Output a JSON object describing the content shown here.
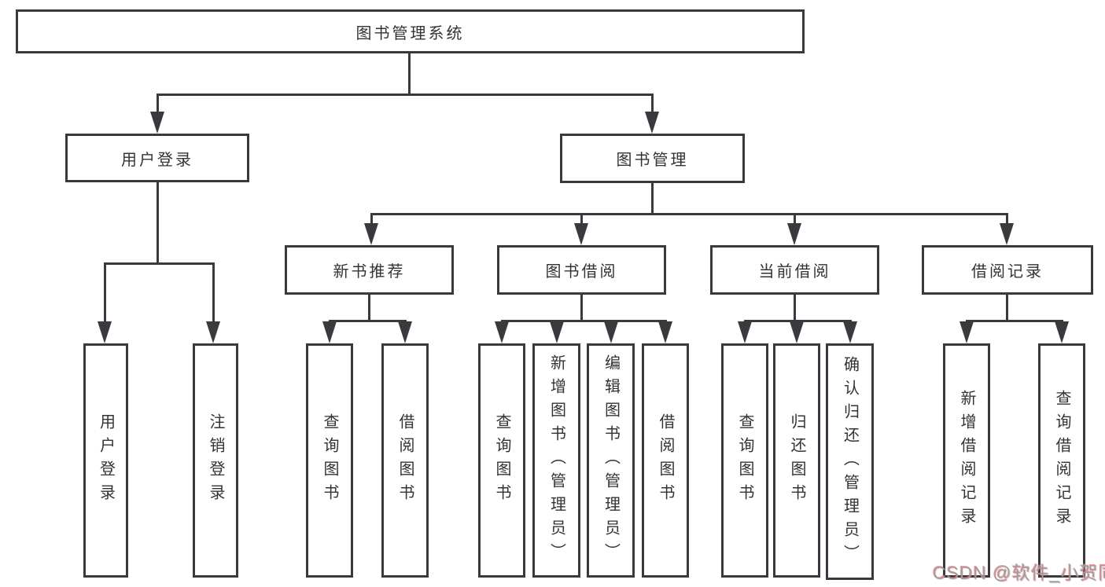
{
  "diagram": {
    "root_label": "图书管理系统",
    "branches": {
      "user_login": {
        "label": "用户登录",
        "children": [
          "用户登录",
          "注销登录"
        ]
      },
      "book_management": {
        "label": "图书管理",
        "sections": {
          "new_book": {
            "label": "新书推荐",
            "children": [
              "查询图书",
              "借阅图书"
            ]
          },
          "book_borrow": {
            "label": "图书借阅",
            "children": [
              "查询图书",
              "新增图书（管理员）",
              "编辑图书（管理员）",
              "借阅图书"
            ]
          },
          "current_borrow": {
            "label": "当前借阅",
            "children": [
              "查询图书",
              "归还图书",
              "确认归还（管理员）"
            ]
          },
          "borrow_records": {
            "label": "借阅记录",
            "children": [
              "新增借阅记录",
              "查询借阅记录"
            ]
          }
        }
      }
    }
  },
  "watermark": {
    "text": "CSDN @软件_小贺同学",
    "color": "#9d9da1",
    "shadow_color": "#df555a"
  },
  "colors": {
    "line": "#3a3a3e",
    "text": "#333333",
    "background": "#ffffff"
  }
}
